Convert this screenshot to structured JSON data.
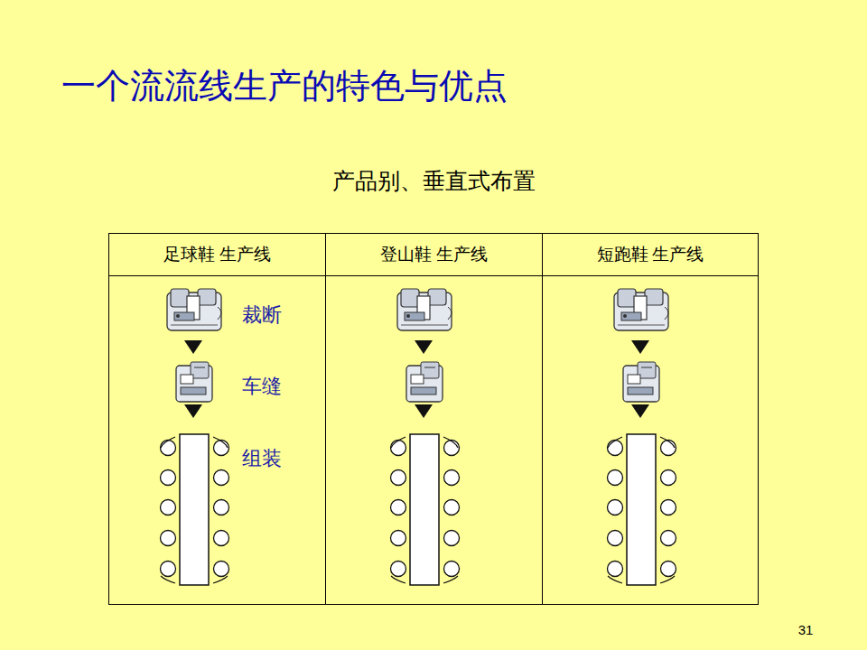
{
  "diagram": {
    "title": "一个流流线生产的特色与优点",
    "nodes": [
      {
        "text": [
          "足球鞋 生产线"
        ]
      },
      {
        "text": [
          "登山鞋 生产线"
        ]
      },
      {
        "text": [
          "短跑鞋 生产线"
        ]
      }
    ],
    "labels": [
      "产品别、垂直式布置",
      "裁断",
      "车缝",
      "组装",
      "31"
    ]
  }
}
